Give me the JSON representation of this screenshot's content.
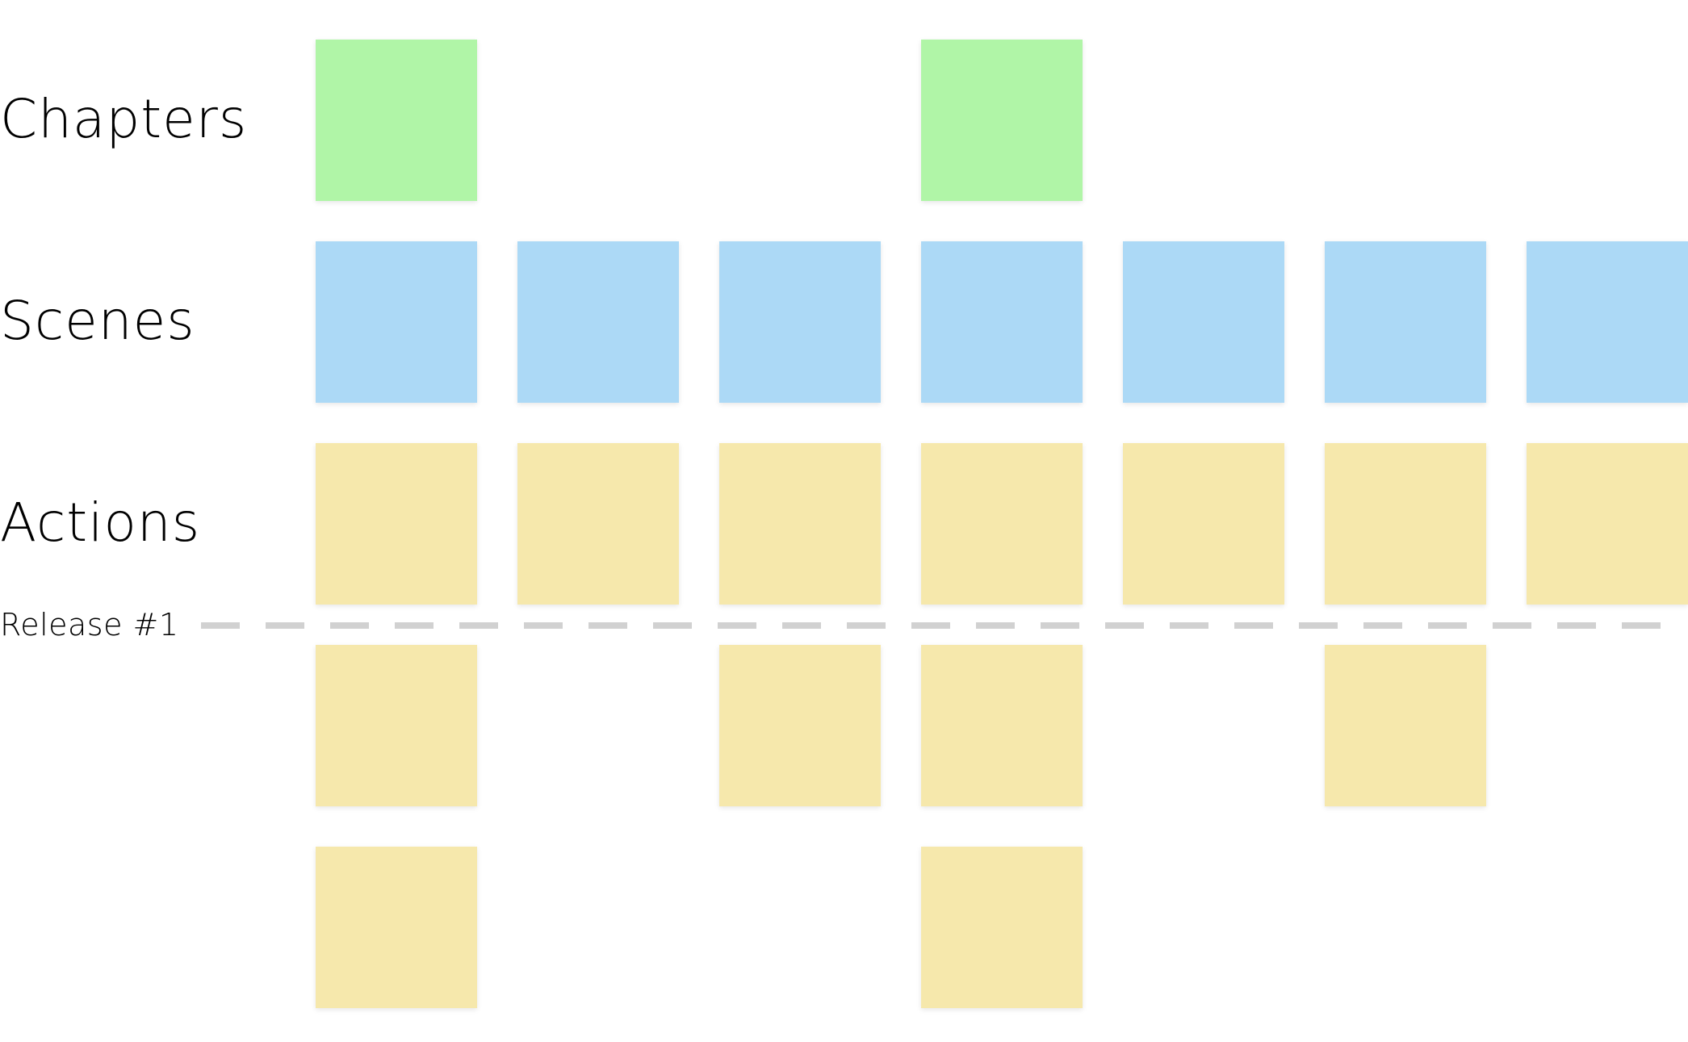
{
  "labels": {
    "chapters": "Chapters",
    "scenes": "Scenes",
    "actions": "Actions",
    "release": "Release #1"
  },
  "colors": {
    "chapter": "#b0f5a7",
    "scene": "#acd9f6",
    "action": "#f6e8ac",
    "release_line": "#d1d1d1"
  },
  "board": {
    "columns": 7,
    "rows": [
      {
        "name": "chapters",
        "kind": "chapter",
        "cells": [
          1,
          0,
          0,
          1,
          0,
          0,
          0
        ]
      },
      {
        "name": "scenes",
        "kind": "scene",
        "cells": [
          1,
          1,
          1,
          1,
          1,
          1,
          1
        ]
      },
      {
        "name": "actions",
        "kind": "action",
        "cells": [
          1,
          1,
          1,
          1,
          1,
          1,
          1
        ]
      },
      {
        "name": "release-1-actions-a",
        "kind": "action",
        "cells": [
          1,
          0,
          1,
          1,
          0,
          1,
          0
        ]
      },
      {
        "name": "release-1-actions-b",
        "kind": "action",
        "cells": [
          1,
          0,
          0,
          1,
          0,
          0,
          0
        ]
      }
    ],
    "release_after_row": 3
  }
}
